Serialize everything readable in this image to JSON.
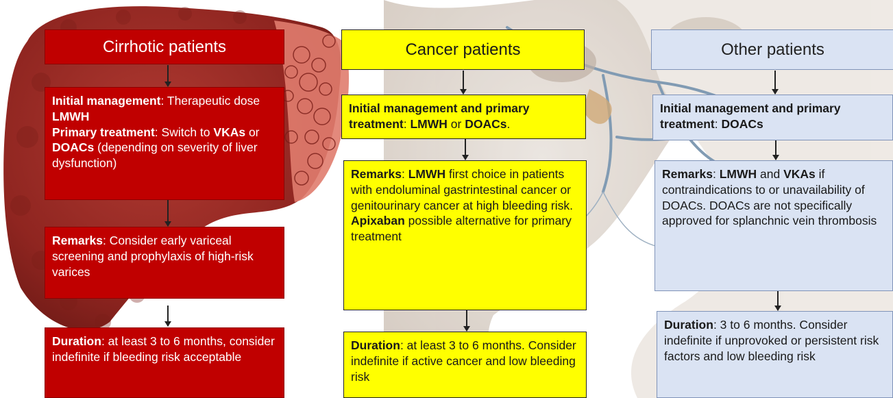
{
  "colors": {
    "cirrhotic": "#c00000",
    "cancer": "#ffff00",
    "other": "#dae3f3"
  },
  "columns": [
    {
      "header": "Cirrhotic patients",
      "boxes": [
        [
          [
            {
              "t": "Initial management",
              "b": true
            },
            {
              "t": ": Therapeutic dose ",
              "b": false
            },
            {
              "t": "LMWH",
              "b": true
            }
          ],
          [
            {
              "t": "Primary treatment",
              "b": true
            },
            {
              "t": ": Switch to ",
              "b": false
            },
            {
              "t": "VKAs",
              "b": true
            },
            {
              "t": " or ",
              "b": false
            },
            {
              "t": "DOACs",
              "b": true
            },
            {
              "t": " (depending on severity of liver dysfunction)",
              "b": false
            }
          ]
        ],
        [
          [
            {
              "t": "Remarks",
              "b": true
            },
            {
              "t": ": Consider early variceal screening and prophylaxis of high-risk varices",
              "b": false
            }
          ]
        ],
        [
          [
            {
              "t": "Duration",
              "b": true
            },
            {
              "t": ": at least 3 to 6 months, consider indefinite if bleeding risk acceptable",
              "b": false
            }
          ]
        ]
      ]
    },
    {
      "header": "Cancer patients",
      "boxes": [
        [
          [
            {
              "t": "Initial management and primary treatment",
              "b": true
            },
            {
              "t": ": ",
              "b": false
            },
            {
              "t": "LMWH",
              "b": true
            },
            {
              "t": " or ",
              "b": false
            },
            {
              "t": "DOACs",
              "b": true
            },
            {
              "t": ".",
              "b": false
            }
          ]
        ],
        [
          [
            {
              "t": "Remarks",
              "b": true
            },
            {
              "t": ": ",
              "b": false
            },
            {
              "t": "LMWH",
              "b": true
            },
            {
              "t": " first choice in patients with endoluminal gastrintestinal cancer or genitourinary cancer at high bleeding risk. ",
              "b": false
            },
            {
              "t": "Apixaban",
              "b": true
            },
            {
              "t": " possible alternative for primary treatment",
              "b": false
            }
          ]
        ],
        [
          [
            {
              "t": "Duration",
              "b": true
            },
            {
              "t": ": at least 3 to 6 months. Consider indefinite if active cancer and low bleeding risk",
              "b": false
            }
          ]
        ]
      ]
    },
    {
      "header": "Other patients",
      "boxes": [
        [
          [
            {
              "t": "Initial management and primary treatment",
              "b": true
            },
            {
              "t": ": ",
              "b": false
            },
            {
              "t": "DOACs",
              "b": true
            }
          ]
        ],
        [
          [
            {
              "t": "Remarks",
              "b": true
            },
            {
              "t": ": ",
              "b": false
            },
            {
              "t": "LMWH",
              "b": true
            },
            {
              "t": " and ",
              "b": false
            },
            {
              "t": "VKAs",
              "b": true
            },
            {
              "t": " if contraindications to or unavailability of DOACs. DOACs are not specifically approved for splanchnic vein thrombosis",
              "b": false
            }
          ]
        ],
        [
          [
            {
              "t": "Duration",
              "b": true
            },
            {
              "t": ": 3 to 6 months. Consider indefinite if unprovoked or persistent risk factors and low bleeding risk",
              "b": false
            }
          ]
        ]
      ]
    }
  ]
}
